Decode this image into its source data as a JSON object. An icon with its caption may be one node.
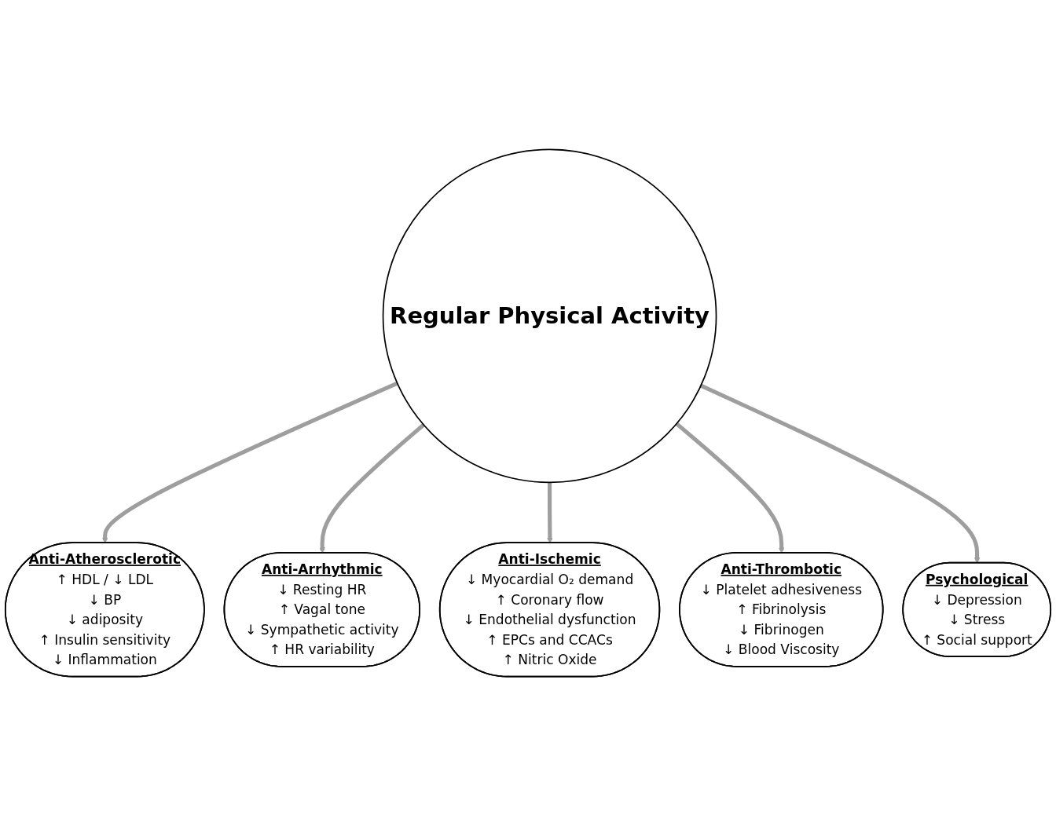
{
  "diagram": {
    "nodes": [
      {
        "text": [
          "Anti-Atherosclerotic",
          "↑ HDL / ↓ LDL",
          "↓ BP",
          "↓ adiposity",
          "↑ Insulin sensitivity",
          "↓ Inflammation"
        ]
      },
      {
        "text": [
          "Psychological",
          "↓ Depression",
          "↓ Stress",
          "↑ Social support"
        ]
      },
      {
        "text": [
          "Anti-Arrhythmic",
          "↓ Resting HR",
          "↑ Vagal tone",
          "↓ Sympathetic activity",
          "↑ HR variability"
        ]
      },
      {
        "text": [
          "Regular Physical Activity"
        ]
      },
      {
        "text": [
          "Anti-Thrombotic",
          "↓ Platelet adhesiveness",
          "↑ Fibrinolysis",
          "↓ Fibrinogen",
          "↓ Blood Viscosity"
        ]
      },
      {
        "text": [
          "Anti-Ischemic",
          "↓ Myocardial O₂ demand",
          "↑ Coronary flow",
          "↓ Endothelial dysfunction",
          "↑ EPCs and CCACs",
          "↑ Nitric Oxide"
        ]
      }
    ],
    "edges": [
      {
        "from": 3,
        "to": 0,
        "arrow": "to"
      },
      {
        "from": 3,
        "to": 2,
        "arrow": "to"
      },
      {
        "from": 3,
        "to": 5,
        "arrow": "to"
      },
      {
        "from": 3,
        "to": 4,
        "arrow": "to"
      },
      {
        "from": 3,
        "to": 1,
        "arrow": "to"
      }
    ]
  }
}
